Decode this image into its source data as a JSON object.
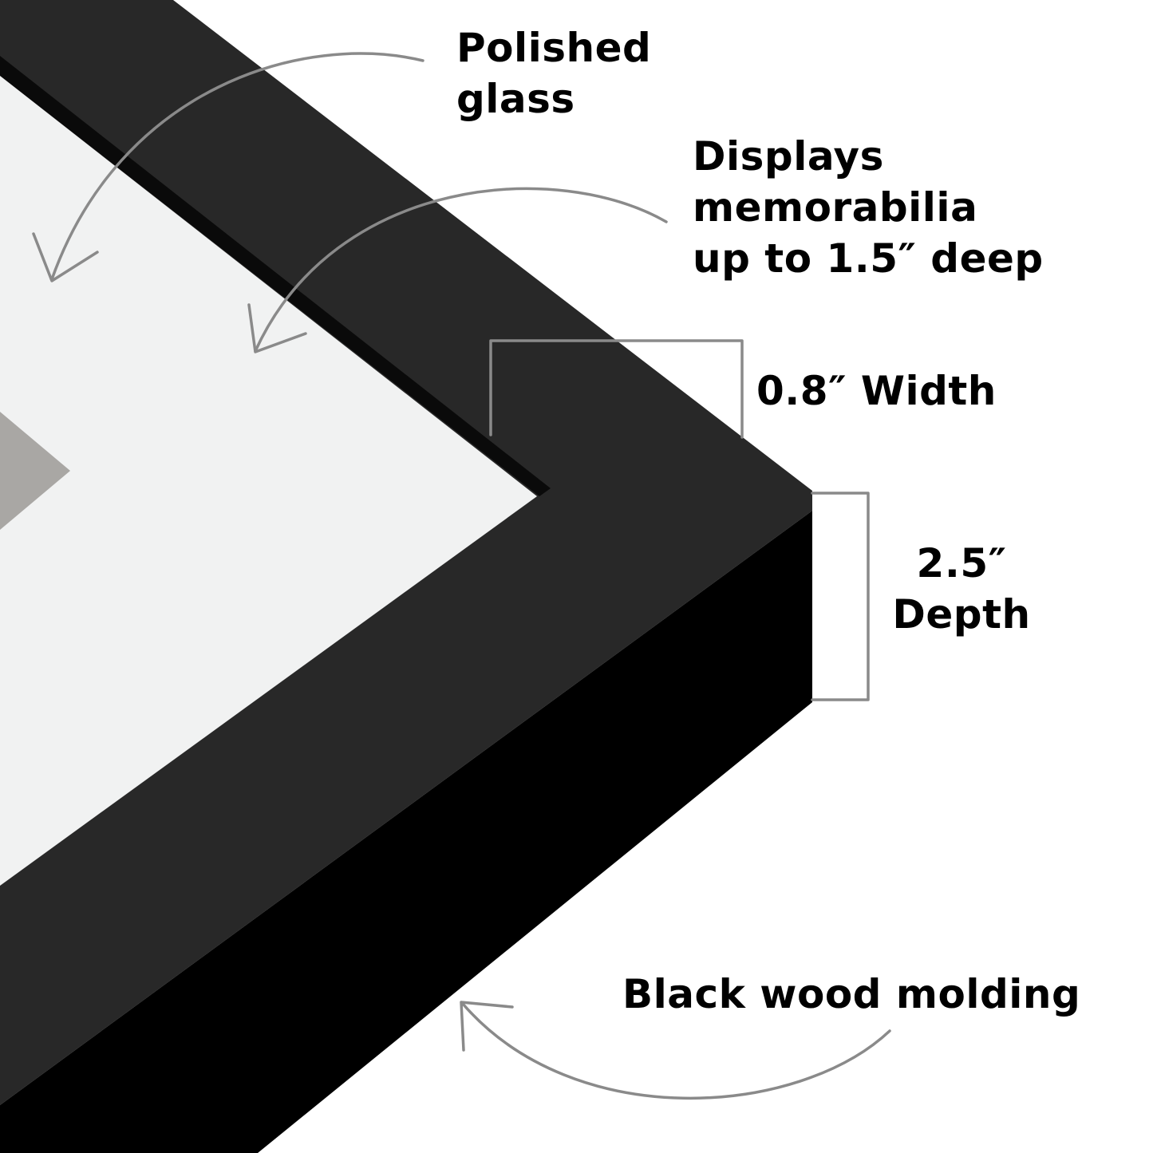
{
  "callouts": {
    "glass": {
      "lines": [
        "Polished",
        "glass"
      ]
    },
    "depth_capacity": {
      "lines": [
        "Displays",
        "memorabilia",
        "up to 1.5″ deep"
      ]
    },
    "width": {
      "text": "0.8″ Width"
    },
    "depth": {
      "lines": [
        "2.5″",
        "Depth"
      ]
    },
    "molding": {
      "text": "Black wood molding"
    }
  },
  "colors": {
    "frame_front": "#282828",
    "frame_side": "#000000",
    "mat": "#f1f2f2",
    "backing": "#a9a7a4",
    "callout_line": "#8a8a8a"
  }
}
